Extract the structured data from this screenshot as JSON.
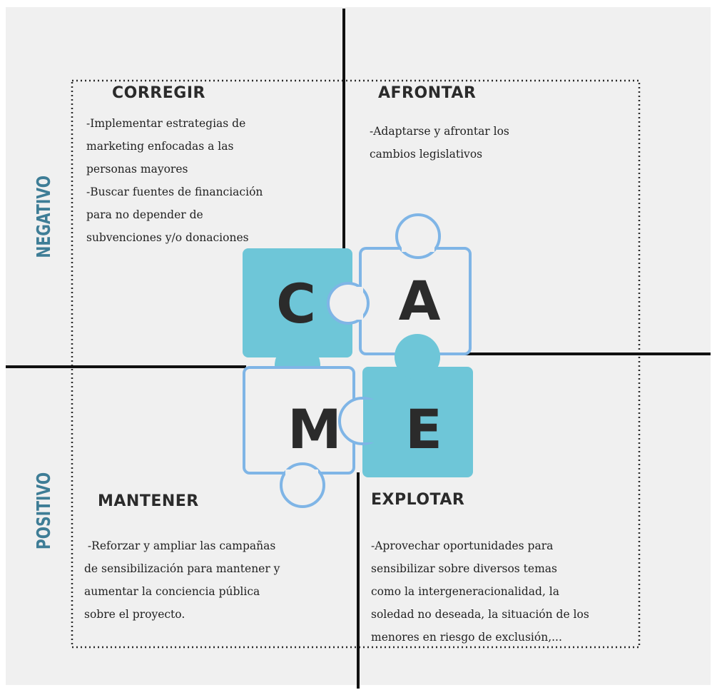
{
  "side_labels": {
    "negative": "NEGATIVO",
    "positive": "POSITIVO"
  },
  "quadrants": {
    "corregir": {
      "title": "CORREGIR",
      "body": "-Implementar estrategias de\nmarketing enfocadas a las\npersonas mayores\n-Buscar fuentes de financiación\npara no depender de\nsubvenciones y/o donaciones"
    },
    "afrontar": {
      "title": "AFRONTAR",
      "body": "-Adaptarse y afrontar los\ncambios legislativos"
    },
    "mantener": {
      "title": "MANTENER",
      "body": " -Reforzar y ampliar las campañas\nde sensibilización para mantener y\naumentar la conciencia pública\nsobre el proyecto."
    },
    "explotar": {
      "title": "EXPLOTAR",
      "body": "-Aprovechar oportunidades para\nsensibilizar sobre diversos temas\ncomo la intergeneracionalidad, la\nsoledad no deseada, la situación de los\nmenores en riesgo de exclusión,..."
    }
  },
  "puzzle": {
    "letters": {
      "c": "C",
      "a": "A",
      "m": "M",
      "e": "E"
    },
    "colors": {
      "fill": "#6ec6d8",
      "outline": "#7fb5e6",
      "inner": "#f0f0f0"
    }
  }
}
